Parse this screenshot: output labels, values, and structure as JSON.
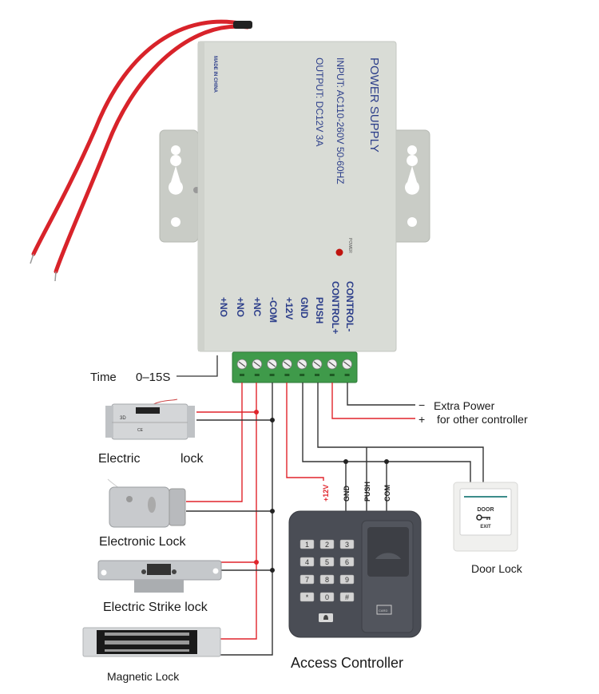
{
  "colors": {
    "wire_red": "#e0242b",
    "wire_black": "#333333",
    "psu_body": "#d9dcd6",
    "psu_text": "#2c3e8a",
    "terminal_green": "#3f9a4a",
    "controller_body": "#4a4d55",
    "led_red": "#c0140f"
  },
  "power_supply": {
    "title": "POWER SUPPLY",
    "input": "INPUT: AC110-260V 50-60HZ",
    "output": "OUTPUT: DC12V 3A",
    "made_in": "MADE IN CHINA",
    "led_label": "POWER",
    "terminals": [
      "+NO",
      "+NO",
      "+NC",
      "-COM",
      "+12V",
      "GND",
      "PUSH",
      "CONTROL+",
      "CONTROL-"
    ],
    "terminal_block_labels": [
      "+NO",
      "+NO",
      "+NC",
      "-COM",
      "+12V",
      "GND",
      "PUSH",
      "CONTROL+",
      "CONTROL-"
    ]
  },
  "labels": {
    "time_label": "Time",
    "time_value": "0–15S",
    "extra_power_minus": "−",
    "extra_power_plus": "+",
    "extra_power_line1": "Extra Power",
    "extra_power_line2": "for other controller"
  },
  "locks": [
    {
      "name": "Electric",
      "name2": "lock"
    },
    {
      "name": "Electronic Lock"
    },
    {
      "name": "Electric Strike lock"
    },
    {
      "name": "Magnetic Lock"
    }
  ],
  "access_controller": {
    "label": "Access Controller",
    "wire_labels": [
      "+12V",
      "GND",
      "PUSH",
      "COM"
    ],
    "keys": [
      "1",
      "2",
      "3",
      "4",
      "5",
      "6",
      "7",
      "8",
      "9",
      "*",
      "0",
      "#"
    ],
    "bell_icon": "bell-icon",
    "card_label": "CARD"
  },
  "exit_button": {
    "top": "DOOR",
    "bottom": "EXIT",
    "label": "Door Lock",
    "icon": "key-icon"
  }
}
